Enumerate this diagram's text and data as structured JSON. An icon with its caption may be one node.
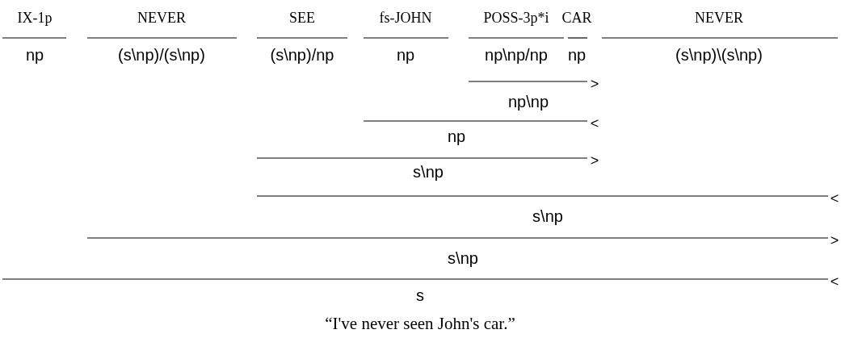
{
  "diagram": {
    "caption": "“I've never seen John's car.”",
    "labels": [
      "IX-1p",
      "NEVER",
      "SEE",
      "fs-JOHN",
      "POSS-3p*i",
      "CAR",
      "NEVER",
      "np",
      "(s\\np)/(s\\np)",
      "(s\\np)/np",
      "np",
      "np\\np/np",
      "np",
      "(s\\np)\\(s\\np)",
      ">",
      "np\\np",
      "<",
      "np",
      ">",
      "s\\np",
      "<",
      "s\\np",
      ">",
      "s\\np",
      "<",
      "s"
    ]
  }
}
